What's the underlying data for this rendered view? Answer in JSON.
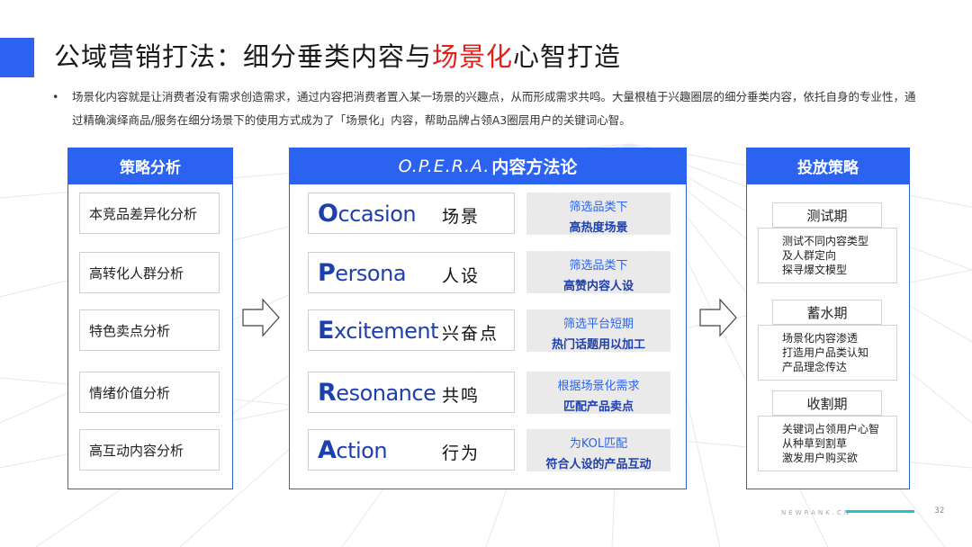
{
  "title": {
    "prefix": "公域营销打法：细分垂类内容与",
    "highlight": "场景化",
    "suffix": "心智打造"
  },
  "bullet": {
    "marker": "•",
    "text": "场景化内容就是让消费者没有需求创造需求，通过内容把消费者置入某一场景的兴趣点，从而形成需求共鸣。大量根植于兴趣圈层的细分垂类内容，依托自身的专业性，通过精确演绎商品/服务在细分场景下的使用方式成为了「场景化」内容，帮助品牌占领A3圈层用户的关键词心智。"
  },
  "strategy": {
    "header": "策略分析",
    "items": [
      "本竞品差异化分析",
      "高转化人群分析",
      "特色卖点分析",
      "情绪价值分析",
      "高互动内容分析"
    ]
  },
  "opera": {
    "header_italic": "O.P.E.R.A.",
    "header_text": "内容方法论",
    "rows": [
      {
        "cap": "O",
        "rest": "ccasion",
        "cn": "场景",
        "tag1": "筛选品类下",
        "tag2": "高热度场景"
      },
      {
        "cap": "P",
        "rest": "ersona",
        "cn": "人设",
        "tag1": "筛选品类下",
        "tag2": "高赞内容人设"
      },
      {
        "cap": "E",
        "rest": "xcitement",
        "cn": "兴奋点",
        "tag1": "筛选平台短期",
        "tag2": "热门话题用以加工"
      },
      {
        "cap": "R",
        "rest": "esonance",
        "cn": "共鸣",
        "tag1": "根据场景化需求",
        "tag2": "匹配产品卖点"
      },
      {
        "cap": "A",
        "rest": "ction",
        "cn": "行为",
        "tag1": "为KOL匹配",
        "tag2": "符合人设的产品互动"
      }
    ]
  },
  "launch": {
    "header": "投放策略",
    "phases": [
      {
        "title": "测试期",
        "lines": [
          "测试不同内容类型",
          "及人群定向",
          "探寻爆文模型"
        ]
      },
      {
        "title": "蓄水期",
        "lines": [
          "场景化内容渗透",
          "打造用户品类认知",
          "产品理念传达"
        ]
      },
      {
        "title": "收割期",
        "lines": [
          "关键词占领用户心智",
          "从种草到割草",
          "激发用户购买欲"
        ]
      }
    ]
  },
  "footer": {
    "brand": "NEWRANK.CN",
    "page": "32"
  },
  "colors": {
    "accent": "#2b63f0",
    "highlight": "#e0211a",
    "teal": "#27c2c9"
  }
}
